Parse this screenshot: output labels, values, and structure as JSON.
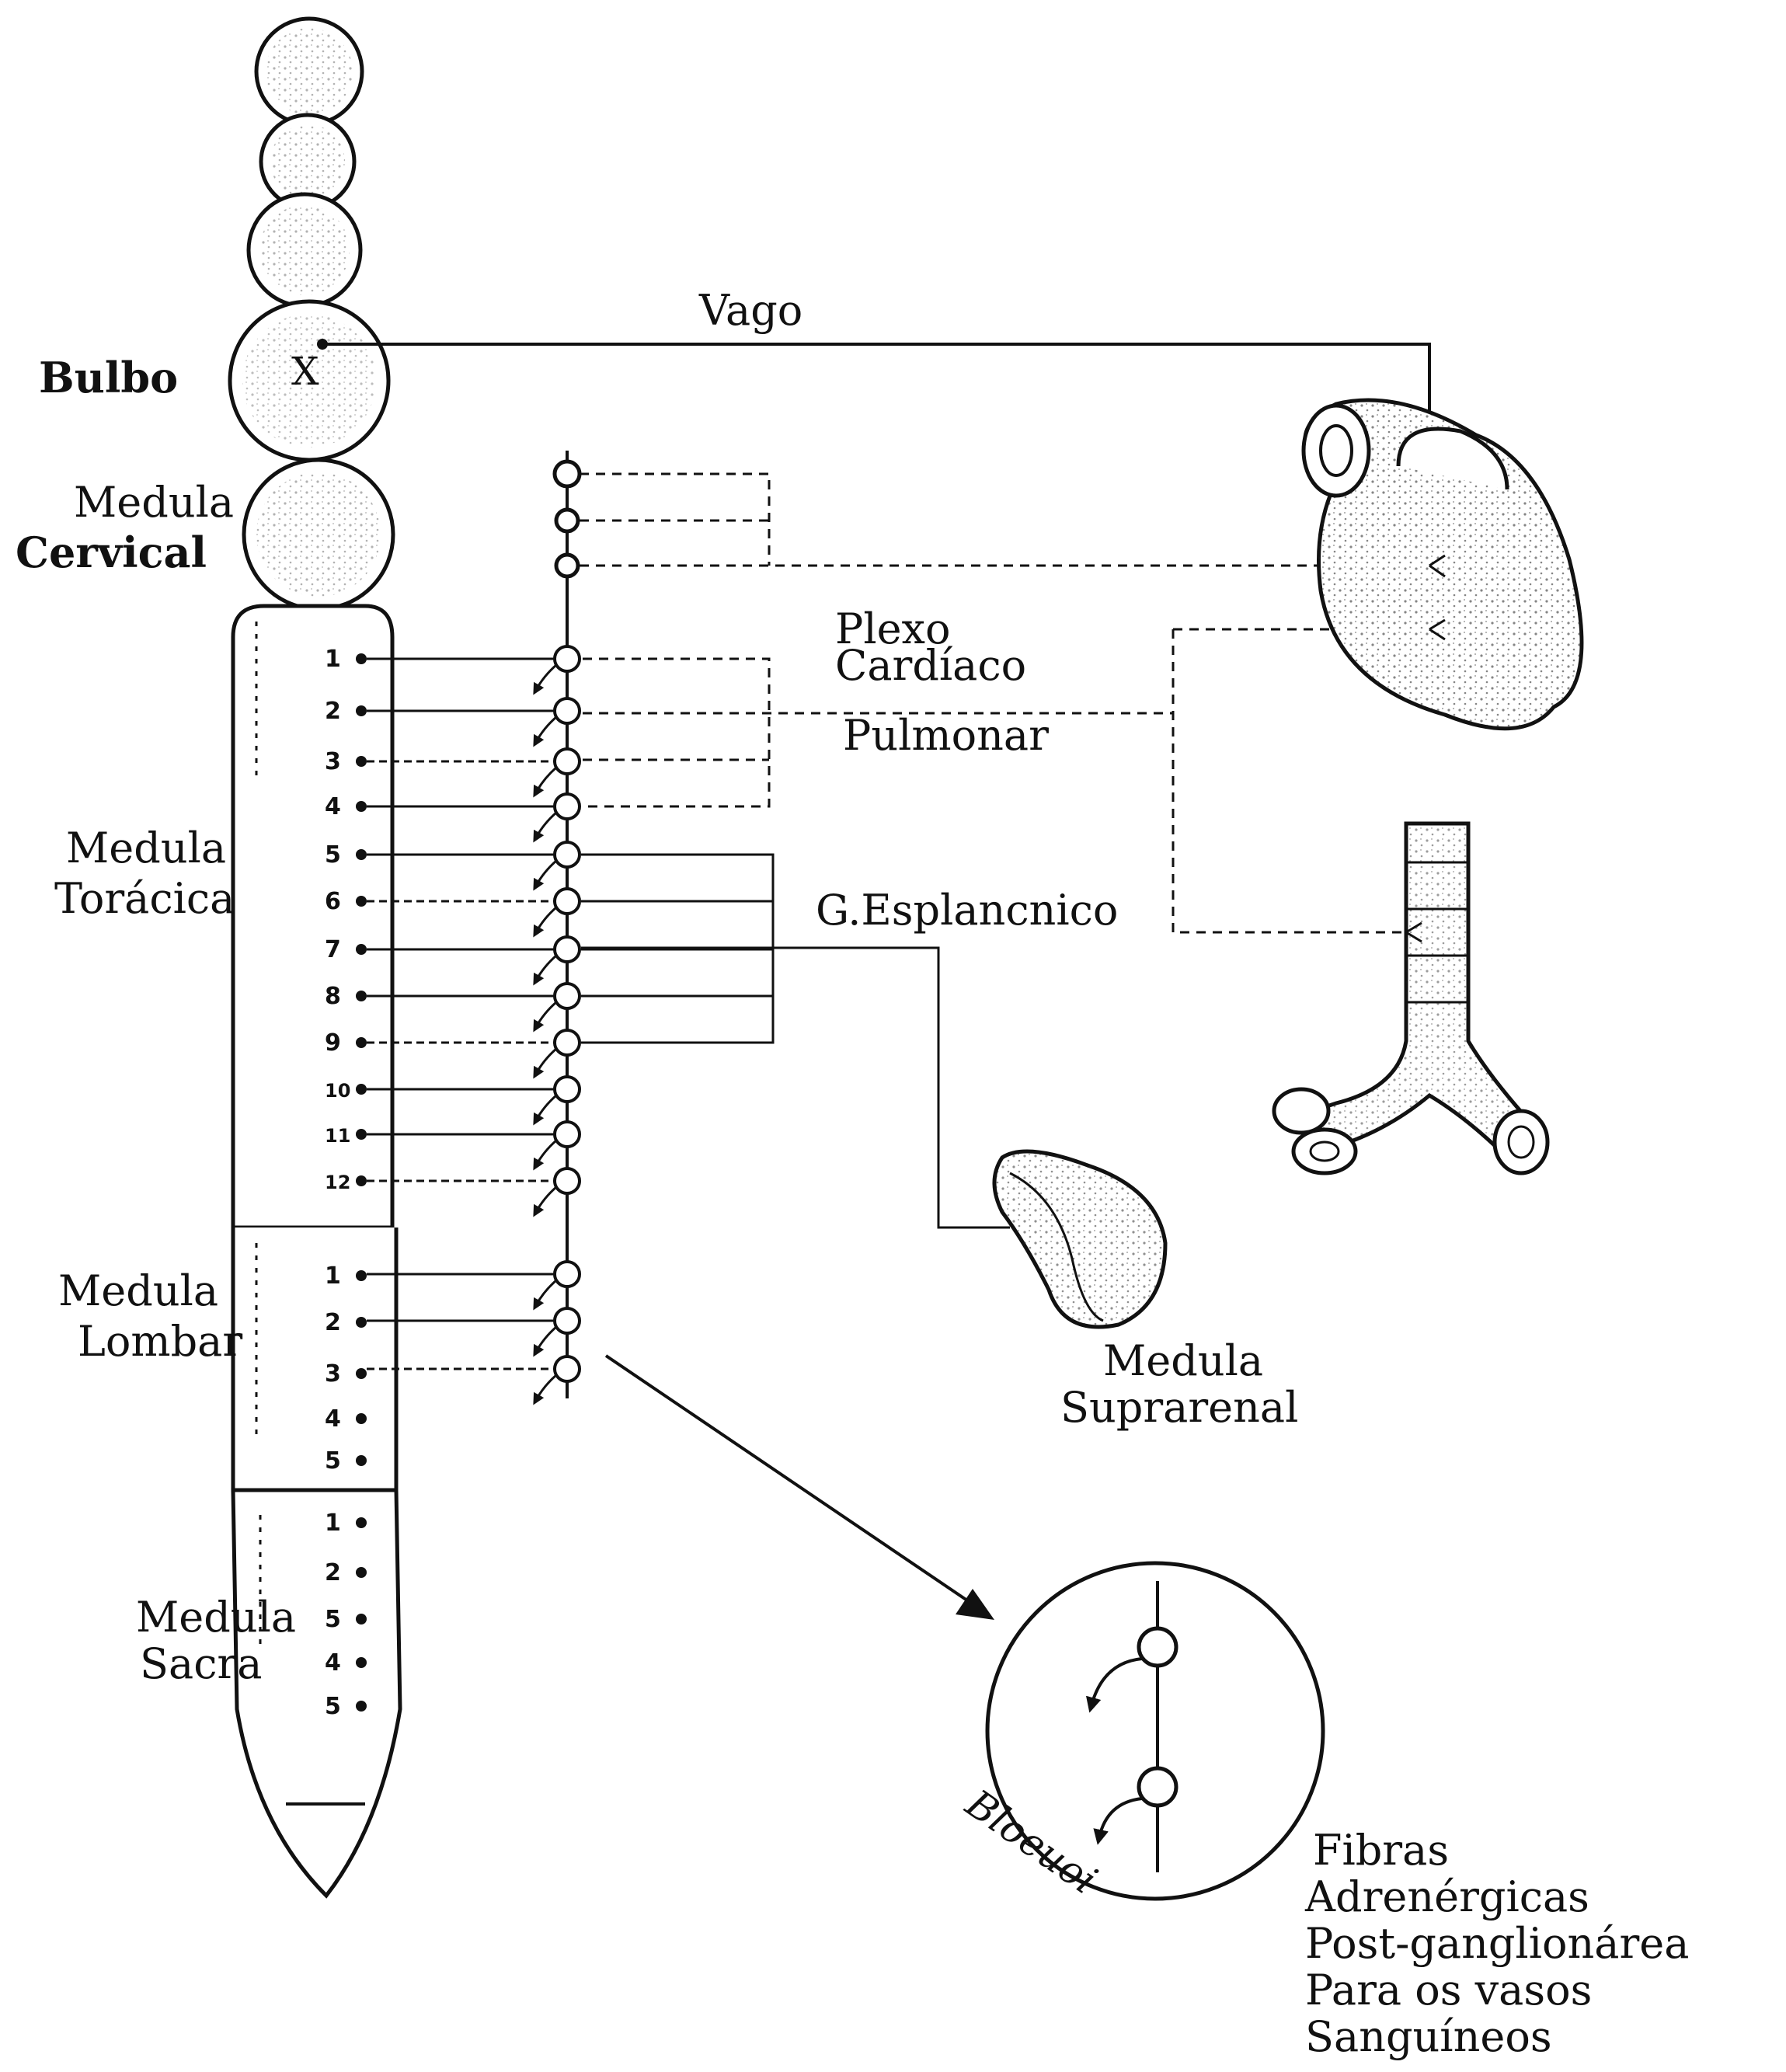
{
  "labels": {
    "bulbo": "Bulbo",
    "vago": "Vago",
    "bulbo_mark": "X",
    "medula_cervical": [
      "Medula",
      "Cervical"
    ],
    "medula_toracica": [
      "Medula",
      "Torácica"
    ],
    "medula_lombar": [
      "Medula",
      "Lombar"
    ],
    "medula_sacra": [
      "Medula",
      "Sacra"
    ],
    "plexo": [
      "Plexo",
      "Cardíaco",
      "Pulmonar"
    ],
    "esplancnico": "G.Esplancnico",
    "suprarenal": [
      "Medula",
      "Suprarenal"
    ],
    "fibras": [
      "Fibras",
      "Adrenérgicas",
      "Post-ganglionárea",
      "Para os vasos",
      "Sanguíneos"
    ],
    "signature": "Bloeuoi"
  },
  "segments": {
    "thoracic": [
      "1",
      "2",
      "3",
      "4",
      "5",
      "6",
      "7",
      "8",
      "9",
      "10",
      "11",
      "12"
    ],
    "lumbar": [
      "1",
      "2",
      "3",
      "4",
      "5"
    ],
    "sacral": [
      "1",
      "2",
      "5",
      "4",
      "5"
    ]
  },
  "colors": {
    "ink": "#111111",
    "paper": "#ffffff"
  }
}
